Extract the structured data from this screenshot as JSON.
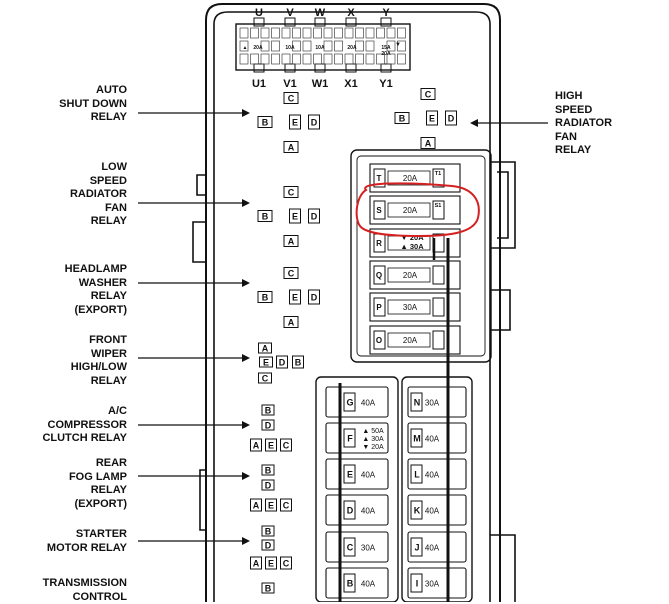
{
  "connector_top_labels": [
    "U",
    "V",
    "W",
    "X",
    "Y"
  ],
  "connector_bottom_labels": [
    "U1",
    "V1",
    "W1",
    "X1",
    "Y1"
  ],
  "connector_inner_labels": [
    "20A",
    "10A",
    "10A",
    "20A",
    "15A",
    "20A"
  ],
  "left_labels": [
    {
      "lines": [
        "AUTO",
        "SHUT DOWN",
        "RELAY"
      ]
    },
    {
      "lines": [
        "LOW",
        "SPEED",
        "RADIATOR",
        "FAN",
        "RELAY"
      ]
    },
    {
      "lines": [
        "HEADLAMP",
        "WASHER",
        "RELAY",
        "(EXPORT)"
      ]
    },
    {
      "lines": [
        "FRONT",
        "WIPER",
        "HIGH/LOW",
        "RELAY"
      ]
    },
    {
      "lines": [
        "A/C",
        "COMPRESSOR",
        "CLUTCH RELAY"
      ]
    },
    {
      "lines": [
        "REAR",
        "FOG LAMP",
        "RELAY",
        "(EXPORT)"
      ]
    },
    {
      "lines": [
        "STARTER",
        "MOTOR RELAY"
      ]
    },
    {
      "lines": [
        "TRANSMISSION",
        "CONTROL"
      ]
    }
  ],
  "right_label": {
    "lines": [
      "HIGH",
      "SPEED",
      "RADIATOR",
      "FAN",
      "RELAY"
    ]
  },
  "relay_pins": [
    "A",
    "B",
    "C",
    "D",
    "E"
  ],
  "fuses_center": [
    {
      "letter": "T",
      "value": "20A",
      "tag": "T1"
    },
    {
      "letter": "S",
      "value": "20A",
      "tag": "S1"
    },
    {
      "letter": "R",
      "value": "",
      "options": [
        "20A",
        "30A"
      ]
    },
    {
      "letter": "Q",
      "value": "20A",
      "tag": ""
    },
    {
      "letter": "P",
      "value": "30A",
      "tag": ""
    },
    {
      "letter": "O",
      "value": "20A",
      "tag": ""
    }
  ],
  "maxi_left": [
    {
      "letter": "G",
      "value": "40A"
    },
    {
      "letter": "F",
      "value": "",
      "options": [
        "50A",
        "30A",
        "20A"
      ]
    },
    {
      "letter": "E",
      "value": "40A"
    },
    {
      "letter": "D",
      "value": "40A"
    },
    {
      "letter": "C",
      "value": "30A"
    },
    {
      "letter": "B",
      "value": "40A"
    }
  ],
  "maxi_right": [
    {
      "letter": "N",
      "value": "30A"
    },
    {
      "letter": "M",
      "value": "40A"
    },
    {
      "letter": "L",
      "value": "40A"
    },
    {
      "letter": "K",
      "value": "40A"
    },
    {
      "letter": "J",
      "value": "40A"
    },
    {
      "letter": "I",
      "value": "30A"
    }
  ],
  "colors": {
    "highlight": "#d42020",
    "ink": "#111111"
  }
}
